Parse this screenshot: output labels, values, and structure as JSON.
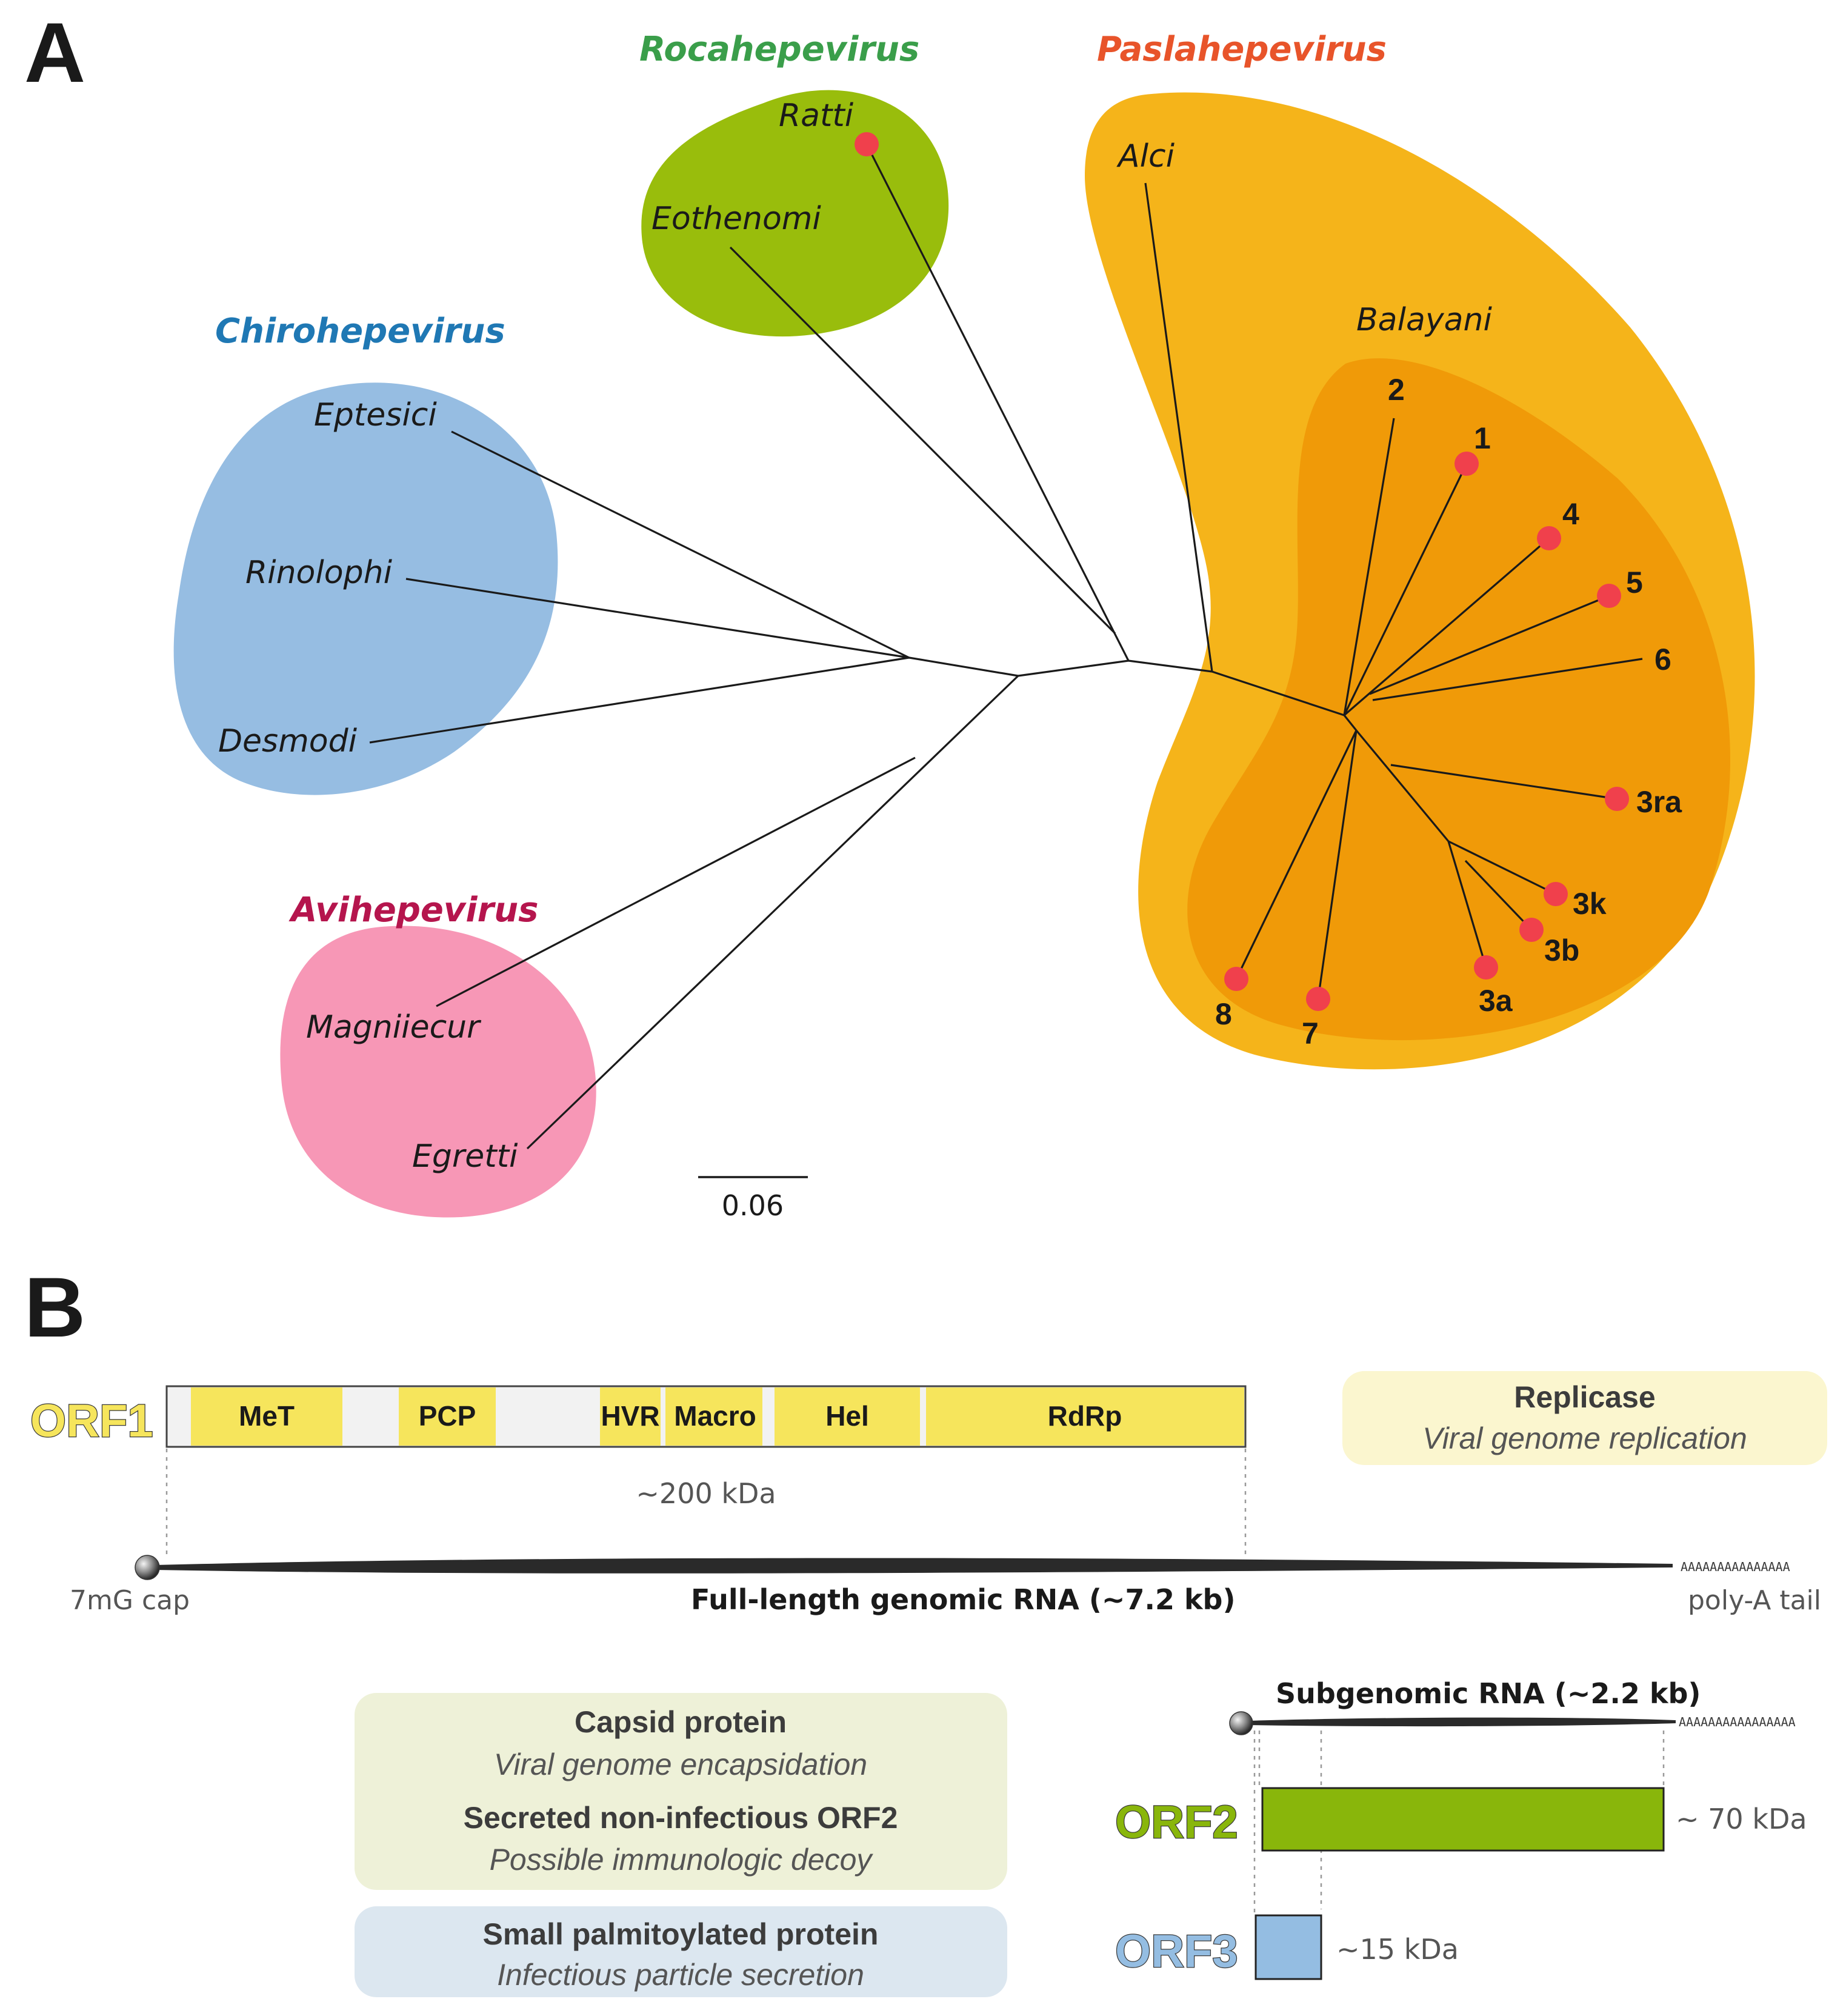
{
  "panel_a": {
    "letter": "A",
    "genera": [
      {
        "key": "roca",
        "name": "Rocahepevirus",
        "color": "#3a9e4a",
        "fill": "#99bd0c"
      },
      {
        "key": "pasla",
        "name": "Paslahepevirus",
        "color": "#e8542a",
        "fill": "#f5b41a"
      },
      {
        "key": "chiro",
        "name": "Chirohepevirus",
        "color": "#1f78b4",
        "fill": "#96bde2"
      },
      {
        "key": "avi",
        "name": "Avihepevirus",
        "color": "#b5154d",
        "fill": "#f797b6"
      }
    ],
    "balayani_fill": "#f09a08",
    "species": {
      "ratti": "Ratti",
      "eothenomi": "Eothenomi",
      "alci": "Alci",
      "balayani": "Balayani",
      "eptesici": "Eptesici",
      "rinolophi": "Rinolophi",
      "desmodi": "Desmodi",
      "magniiecur": "Magniiecur",
      "egretti": "Egretti"
    },
    "genotypes": [
      "2",
      "1",
      "4",
      "5",
      "6",
      "3ra",
      "3k",
      "3b",
      "3a",
      "8",
      "7"
    ],
    "zoonotic_dot_color": "#f0404c",
    "scale_bar": "0.06"
  },
  "panel_b": {
    "letter": "B",
    "orf1": {
      "label": "ORF1",
      "color": "#f6e55c",
      "domains": [
        "MeT",
        "PCP",
        "HVR",
        "Macro",
        "Hel",
        "RdRp"
      ],
      "size": "~200 kDa"
    },
    "replicase_box": {
      "title": "Replicase",
      "subtitle": "Viral genome replication",
      "fill": "#fbf6cf"
    },
    "genomic_rna": {
      "cap": "7mG cap",
      "label": "Full-length genomic RNA (~7.2 kb)",
      "tail": "poly-A tail",
      "polyA": "AAAAAAAAAAAAAAA"
    },
    "subgenomic_rna": {
      "label": "Subgenomic RNA (~2.2 kb)",
      "polyA": "AAAAAAAAAAAAAAAA"
    },
    "orf2": {
      "label": "ORF2",
      "size": "~ 70 kDa",
      "color": "#89b60b"
    },
    "orf3": {
      "label": "ORF3",
      "size": "~15 kDa",
      "color": "#94bde2"
    },
    "capsid_box": {
      "title1": "Capsid protein",
      "sub1": "Viral genome encapsidation",
      "title2": "Secreted non-infectious ORF2",
      "sub2": "Possible immunologic decoy",
      "fill": "#eef1d8"
    },
    "orf3_box": {
      "title": "Small palmitoylated protein",
      "subtitle": "Infectious particle secretion",
      "fill": "#dce7f0"
    }
  }
}
